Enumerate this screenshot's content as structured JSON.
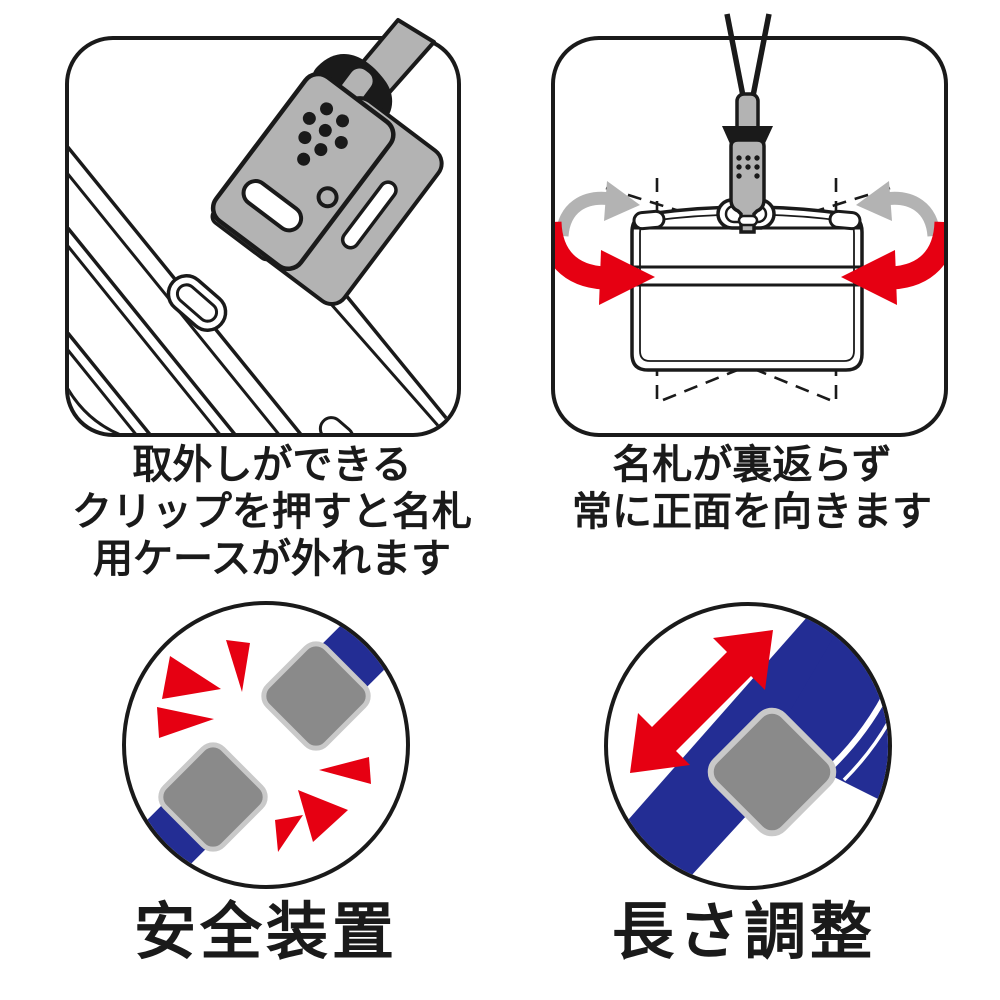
{
  "panels": {
    "removal": {
      "caption_lines": [
        "取外しができる",
        "クリップを押すと名札",
        "用ケースが外れます"
      ]
    },
    "rotation": {
      "caption_lines": [
        "名札が裏返らず",
        "常に正面を向きます"
      ]
    },
    "safety": {
      "label": "安全装置"
    },
    "length_adjust": {
      "label": "長さ調整"
    }
  },
  "colors": {
    "outline": "#1a1a1a",
    "hardware_gray": "#b3b3b3",
    "slider_gray": "#8a8a8a",
    "slider_border": "#c9c9c9",
    "strap_blue": "#232d94",
    "accent_red": "#e60012",
    "background": "#ffffff"
  }
}
